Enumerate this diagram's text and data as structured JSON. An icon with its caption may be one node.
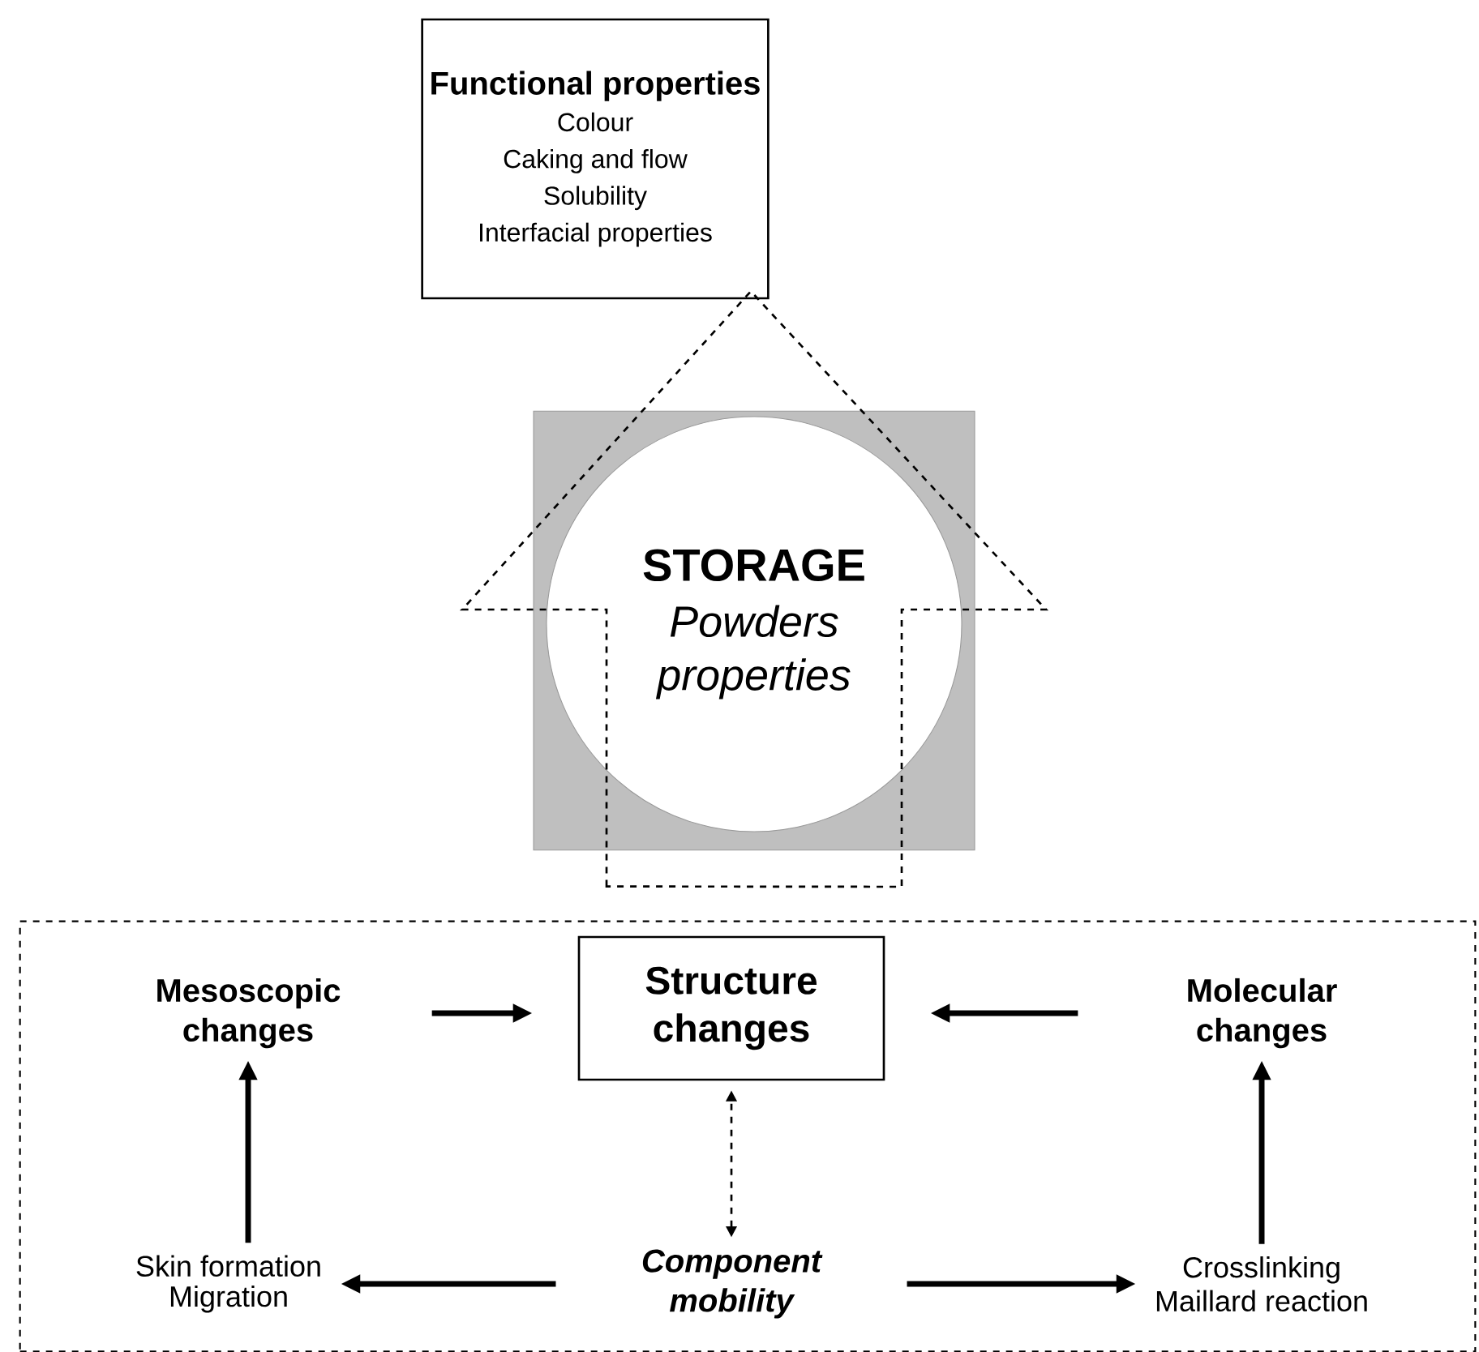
{
  "diagram": {
    "nodes": [
      {
        "text": [
          "Functional properties",
          "Colour",
          "Caking and flow",
          "Solubility",
          "Interfacial properties"
        ]
      },
      {
        "text": [],
        "shape": "box"
      },
      {
        "text": [
          "STORAGE",
          "Powders properties"
        ],
        "in": 1
      },
      {
        "text": [],
        "shape": "box"
      },
      {
        "text": [
          "Mesoscopic changes"
        ],
        "in": 3
      },
      {
        "text": [
          "Structure changes"
        ],
        "in": 3
      },
      {
        "text": [
          "Molecular changes"
        ],
        "in": 3
      },
      {
        "text": [
          "Skin formation",
          "Migration"
        ],
        "in": 3
      },
      {
        "text": [
          "Component mobility"
        ],
        "in": 3
      },
      {
        "text": [
          "Crosslinking",
          "Maillard reaction"
        ],
        "in": 3
      }
    ],
    "edges": [
      {
        "from": 4,
        "to": 5,
        "arrow": "to"
      },
      {
        "from": 6,
        "to": 5,
        "arrow": "to"
      },
      {
        "from": 7,
        "to": 4,
        "arrow": "to"
      },
      {
        "from": 9,
        "to": 6,
        "arrow": "to"
      },
      {
        "from": 8,
        "to": 7,
        "arrow": "to"
      },
      {
        "from": 8,
        "to": 9,
        "arrow": "to"
      },
      {
        "from": 8,
        "to": 5,
        "arrow": "both",
        "style": "dashed"
      },
      {
        "from": 3,
        "to": 0,
        "arrow": "to",
        "style": "dashed"
      }
    ]
  }
}
